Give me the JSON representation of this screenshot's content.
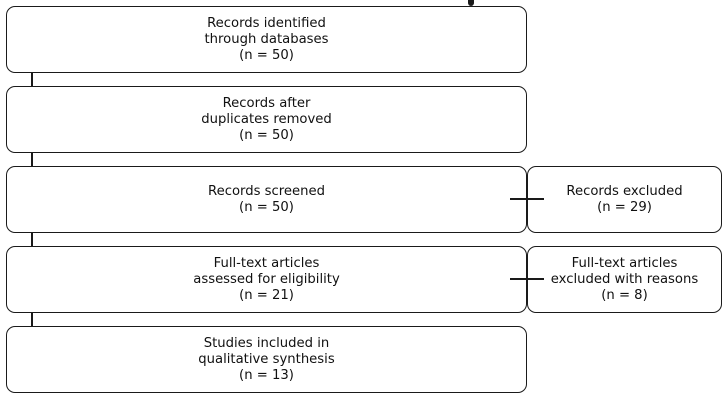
{
  "flow": {
    "identified": {
      "l1": "Records identified",
      "l2": "through databases",
      "l3": "(n = 50)"
    },
    "deduplicated": {
      "l1": "Records after",
      "l2": "duplicates removed",
      "l3": "(n = 50)"
    },
    "screened": {
      "l1": "Records screened",
      "l2": "(n = 50)"
    },
    "eligibility": {
      "l1": "Full-text articles",
      "l2": "assessed for eligibility",
      "l3": "(n = 21)"
    },
    "included": {
      "l1": "Studies included in",
      "l2": "qualitative synthesis",
      "l3": "(n = 13)"
    }
  },
  "side": {
    "excluded": {
      "l1": "Records excluded",
      "l2": "(n = 29)"
    },
    "fulltext_excluded": {
      "l1": "Full-text articles",
      "l2": "excluded with reasons",
      "l3": "(n = 8)"
    }
  },
  "colors": {
    "stroke": "#1a1a1a",
    "text": "#111111",
    "background": "#ffffff"
  }
}
